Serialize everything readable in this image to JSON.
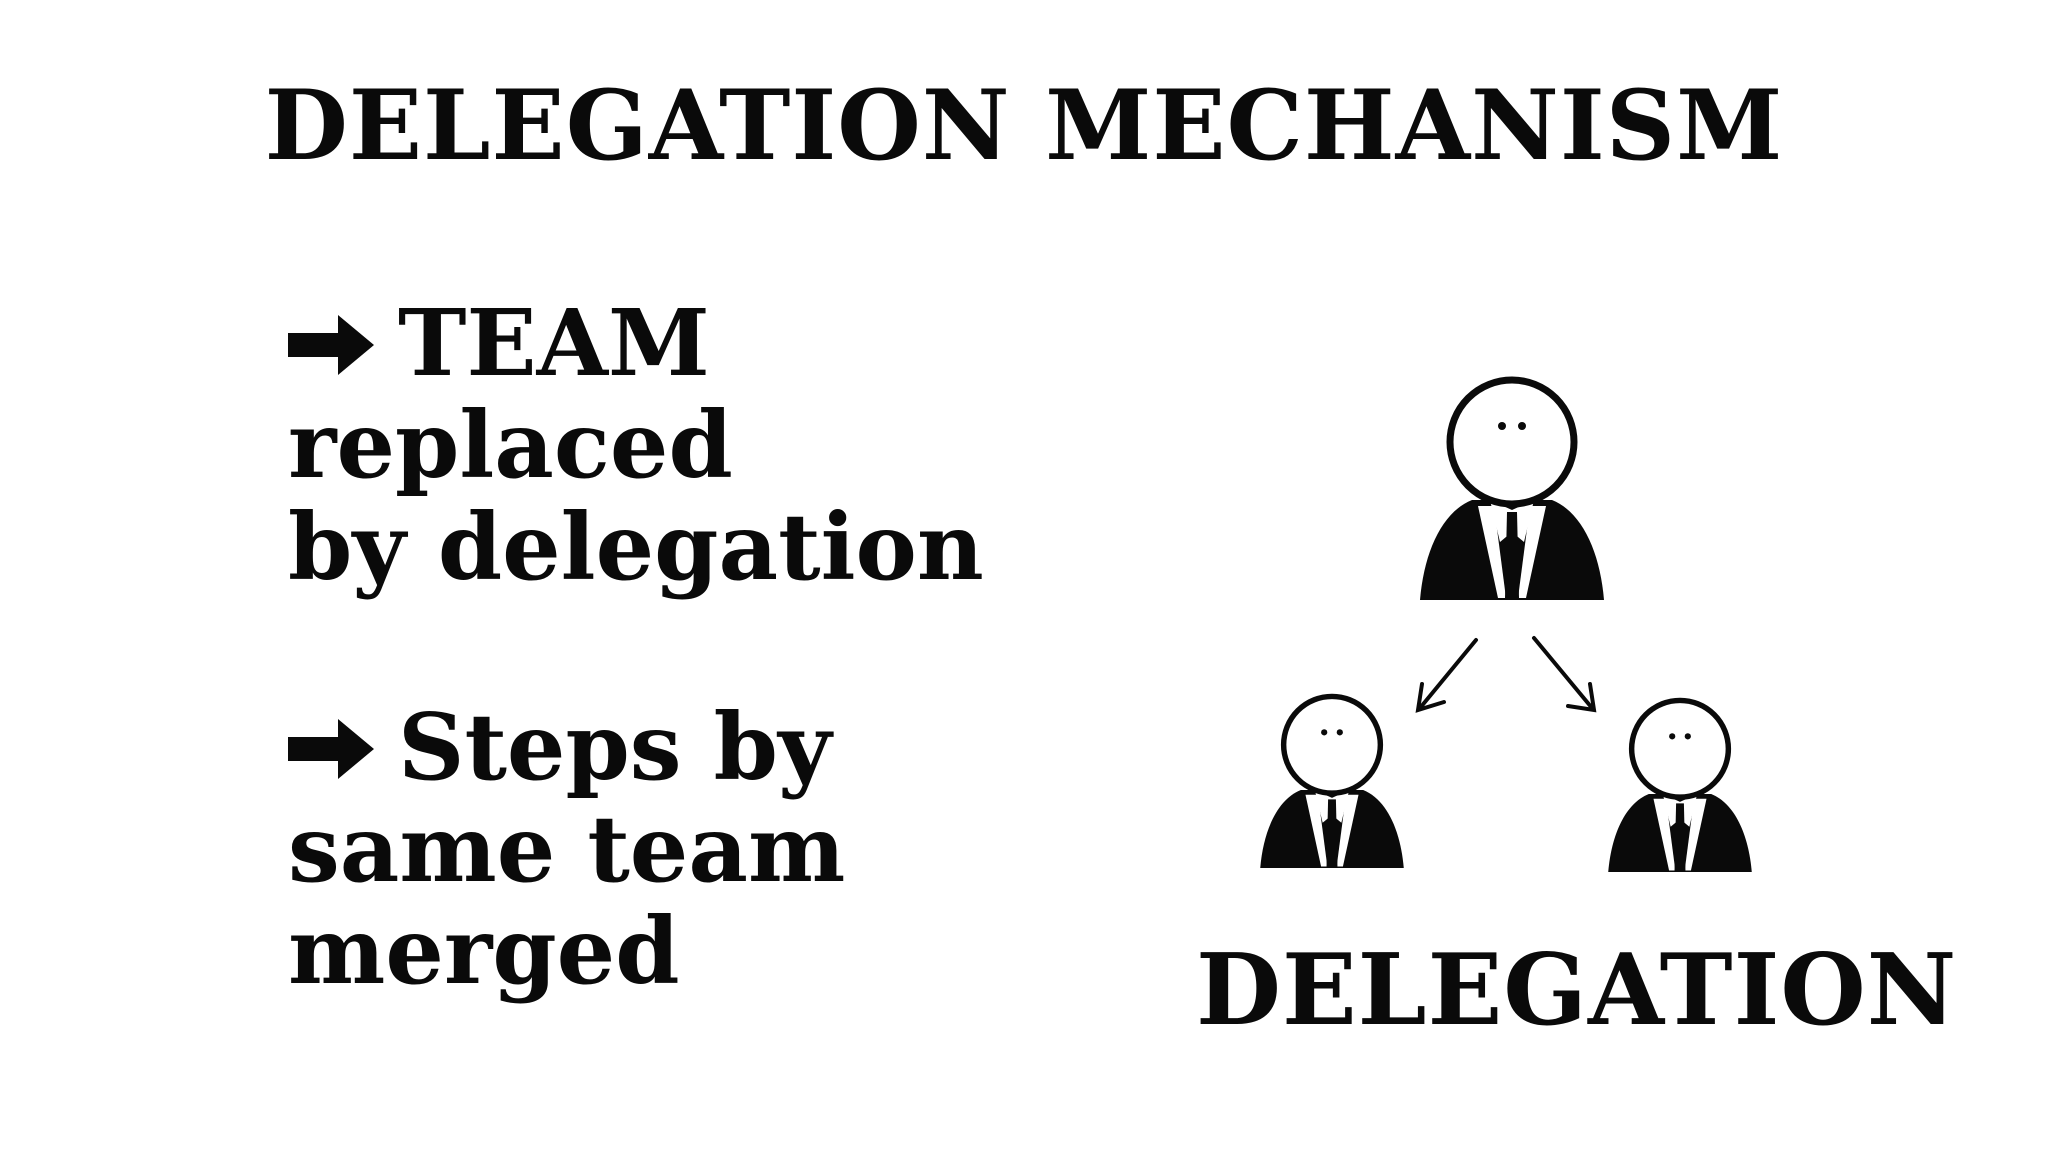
{
  "title": "DELEGATION MECHANISM",
  "bullets": [
    {
      "icon": "right-arrow-icon",
      "first_line": "TEAM",
      "lines": [
        "replaced",
        "by delegation"
      ]
    },
    {
      "icon": "right-arrow-icon",
      "first_line": "Steps by",
      "lines": [
        "same team",
        "merged"
      ]
    }
  ],
  "diagram": {
    "label": "DELEGATION",
    "nodes": [
      {
        "role": "delegator",
        "icon": "person-icon"
      },
      {
        "role": "delegate",
        "icon": "person-icon"
      },
      {
        "role": "delegate",
        "icon": "person-icon"
      }
    ],
    "arrow_icon": "arrow-down-icon"
  }
}
